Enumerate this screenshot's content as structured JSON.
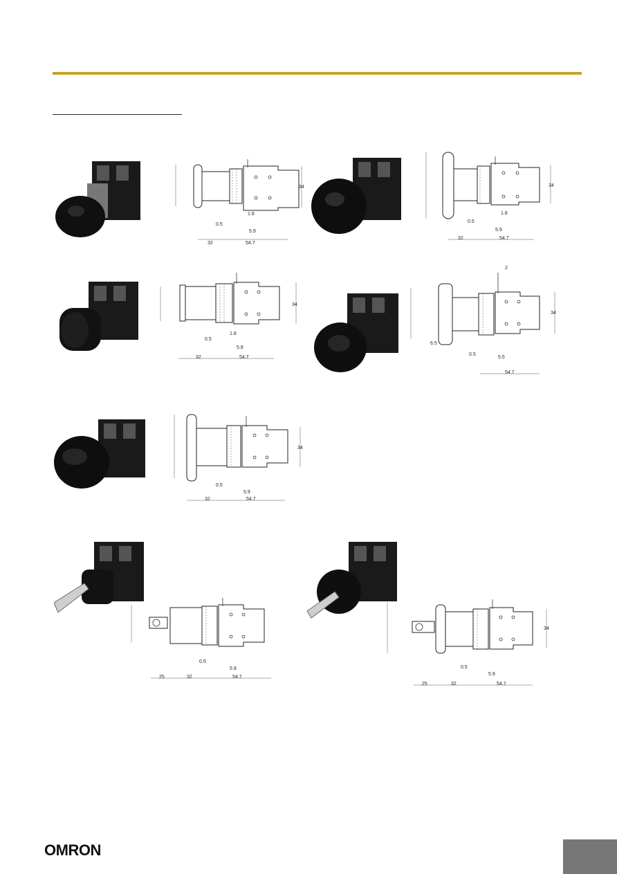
{
  "branding": {
    "logo_text": "OMRON",
    "accent_color": "#c9a227",
    "tab_color": "#777777"
  },
  "figures": [
    {
      "id": "mushroom-30",
      "photo_icon": "mushroom-button-photo",
      "dims": {
        "overall": "54.7",
        "head": "32",
        "height": "34",
        "a": "0.5",
        "b": "5.9",
        "c": "1.8"
      }
    },
    {
      "id": "mushroom-40",
      "photo_icon": "large-mushroom-button-photo",
      "dims": {
        "overall": "54.7",
        "head": "32",
        "height": "34",
        "a": "0.5",
        "b": "5.9",
        "c": "1.8"
      }
    },
    {
      "id": "flush-button",
      "photo_icon": "flush-button-photo",
      "dims": {
        "overall": "54.7",
        "head": "32",
        "height": "34",
        "a": "0.5",
        "b": "5.8",
        "c": "1.8"
      }
    },
    {
      "id": "mushroom-guard",
      "photo_icon": "guarded-mushroom-photo",
      "dims": {
        "overall": "54.7",
        "head": "6.5",
        "height": "34",
        "a": "0.5",
        "b": "5.5",
        "c": "2"
      }
    },
    {
      "id": "mushroom-60",
      "photo_icon": "jumbo-mushroom-photo",
      "dims": {
        "overall": "54.7",
        "head": "32",
        "height": "34",
        "a": "0.5",
        "b": "5.9"
      }
    },
    {
      "id": "key-selector",
      "photo_icon": "key-switch-photo",
      "dims": {
        "overall": "54.7",
        "head": "32",
        "key": "25",
        "a": "0.5",
        "b": "5.9"
      }
    },
    {
      "id": "key-mushroom",
      "photo_icon": "key-mushroom-photo",
      "dims": {
        "overall": "54.7",
        "head": "32",
        "key": "25",
        "height": "34",
        "a": "0.5",
        "b": "5.9"
      }
    }
  ]
}
